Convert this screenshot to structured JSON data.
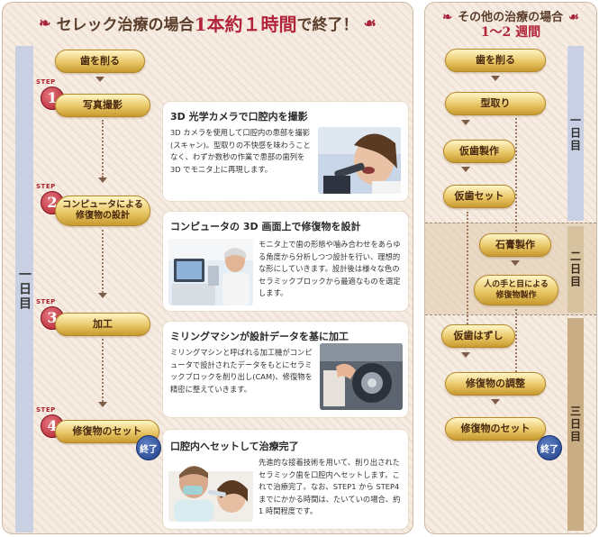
{
  "left": {
    "title_pre": "セレック治療の場合",
    "title_red": "1本約１時間",
    "title_post": "で終了！",
    "orn_left": "❧",
    "orn_right": "☙",
    "side_label": "一日目",
    "start_step": "歯を削る",
    "step_word": "STEP",
    "steps": [
      {
        "num": "1",
        "label": "写真撮影",
        "card_title": "3D 光学カメラで口腔内を撮影",
        "card_text": "3D カメラを使用して口腔内の患部を撮影(スキャン)。型取りの不快感を味わうことなく、わずか数秒の作業で患部の歯列を 3D でモニタ上に再現します。"
      },
      {
        "num": "2",
        "label_line1": "コンピュータによる",
        "label_line2": "修復物の設計",
        "card_title": "コンピュータの 3D 画面上で修復物を設計",
        "card_text": "モニタ上で歯の形態や噛み合わせをあらゆる角度から分析しつつ設計を行い、理想的な形にしていきます。設計後は様々な色のセラミックブロックから最適なものを選定します。"
      },
      {
        "num": "3",
        "label": "加工",
        "card_title": "ミリングマシンが設計データを基に加工",
        "card_text": "ミリングマシンと呼ばれる加工機がコンピュータで設計されたデータをもとにセラミックブロックを削り出し(CAM)、修復物を精密に整えていきます。"
      },
      {
        "num": "4",
        "label": "修復物のセット",
        "card_title": "口腔内へセットして治療完了",
        "card_text": "先進的な接着技術を用いて、削り出されたセラミック歯を口腔内へセットします。これで治療完了。なお、STEP1 から STEP4 までにかかる時間は、たいていの場合、約 1 時間程度です。"
      }
    ],
    "end_label": "終了"
  },
  "right": {
    "title_line1": "その他の治療の場合",
    "title_line2": "1〜2 週間",
    "day1": {
      "label": "一日目",
      "steps": [
        "歯を削る",
        "型取り",
        "仮歯製作",
        "仮歯セット"
      ]
    },
    "day2": {
      "label": "二日目",
      "steps": [
        "石膏製作"
      ],
      "lab_line1": "人の手と目による",
      "lab_line2": "修復物製作"
    },
    "day3": {
      "label": "三日目",
      "steps": [
        "仮歯はずし",
        "修復物の調整",
        "修復物のセット"
      ]
    },
    "end_label": "終了"
  },
  "colors": {
    "accent_red": "#b1243a",
    "gold": "#e9c766",
    "panel_bg": "#f6ece2",
    "end_blue": "#1f3f88"
  }
}
